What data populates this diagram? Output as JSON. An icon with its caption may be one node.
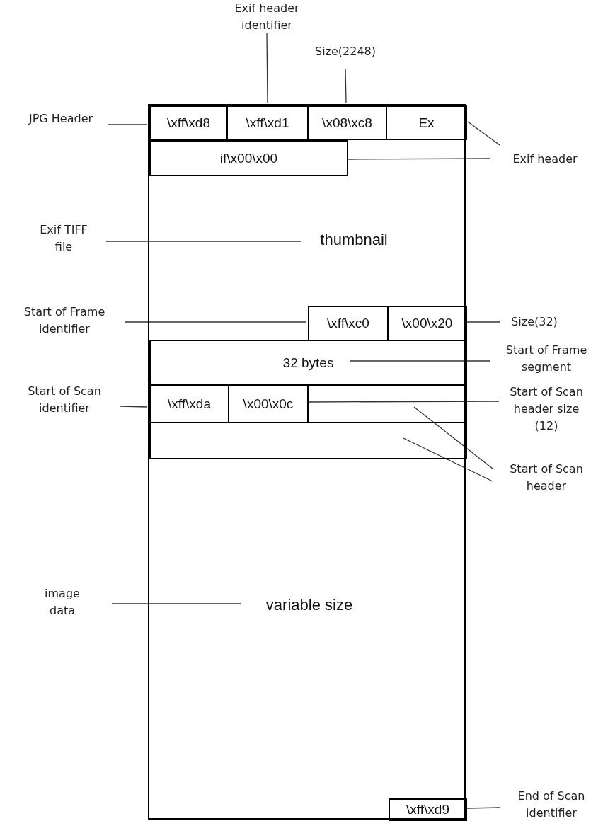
{
  "diagram": {
    "nodes": [
      {
        "text": [],
        "shape": "box"
      },
      {
        "text": [
          "\\xff\\xd8"
        ],
        "in": 0
      },
      {
        "text": [
          "\\xff\\xd1"
        ],
        "in": 0
      },
      {
        "text": [
          "\\x08\\xc8"
        ],
        "in": 0
      },
      {
        "text": [
          "Ex"
        ],
        "in": 0
      },
      {
        "text": [
          "if\\x00\\x00"
        ],
        "in": 0
      },
      {
        "text": [
          "\\xff\\xc0"
        ],
        "in": 0
      },
      {
        "text": [
          "\\x00\\x20"
        ],
        "in": 0
      },
      {
        "text": [
          "32 bytes"
        ],
        "in": 0
      },
      {
        "text": [
          "\\xff\\xda"
        ],
        "in": 0
      },
      {
        "text": [
          "\\x00\\x0c"
        ],
        "in": 0
      },
      {
        "text": [],
        "shape": "box",
        "in": 0
      },
      {
        "text": [],
        "shape": "box",
        "in": 0
      },
      {
        "text": [
          "\\xff\\xd9"
        ],
        "in": 0
      },
      {
        "text": [
          "thumbnail"
        ],
        "in": 0
      },
      {
        "text": [
          "variable size"
        ],
        "in": 0
      },
      {
        "text": [
          "Exif header identifier"
        ]
      },
      {
        "text": [
          "Size(2248)"
        ]
      },
      {
        "text": [
          "JPG Header"
        ]
      },
      {
        "text": [
          "Exif header"
        ]
      },
      {
        "text": [
          "Exif TIFF file"
        ]
      },
      {
        "text": [
          "Start of Frame identifier"
        ]
      },
      {
        "text": [
          "Size(32)"
        ]
      },
      {
        "text": [
          "Start of Frame segment"
        ]
      },
      {
        "text": [
          "Start of Scan identifier"
        ]
      },
      {
        "text": [
          "Start of Scan header size (12)"
        ]
      },
      {
        "text": [
          "Start of Scan header"
        ]
      },
      {
        "text": [
          "image data"
        ]
      },
      {
        "text": [
          "End of Scan identifier"
        ]
      }
    ],
    "edges": [
      {
        "from": 16,
        "to": 2,
        "arrow": "none"
      },
      {
        "from": 17,
        "to": 3,
        "arrow": "none"
      },
      {
        "from": 18,
        "to": 1,
        "arrow": "none"
      },
      {
        "from": 19,
        "to": 4,
        "arrow": "none"
      },
      {
        "from": 19,
        "to": 5,
        "arrow": "none"
      },
      {
        "from": 20,
        "to": 14,
        "arrow": "none"
      },
      {
        "from": 21,
        "to": 6,
        "arrow": "none"
      },
      {
        "from": 22,
        "to": 7,
        "arrow": "none"
      },
      {
        "from": 23,
        "to": 8,
        "arrow": "none"
      },
      {
        "from": 24,
        "to": 9,
        "arrow": "none"
      },
      {
        "from": 25,
        "to": 10,
        "arrow": "none"
      },
      {
        "from": 26,
        "to": 11,
        "arrow": "none"
      },
      {
        "from": 26,
        "to": 12,
        "arrow": "none"
      },
      {
        "from": 27,
        "to": 15,
        "arrow": "none"
      },
      {
        "from": 28,
        "to": 13,
        "arrow": "none"
      }
    ]
  }
}
